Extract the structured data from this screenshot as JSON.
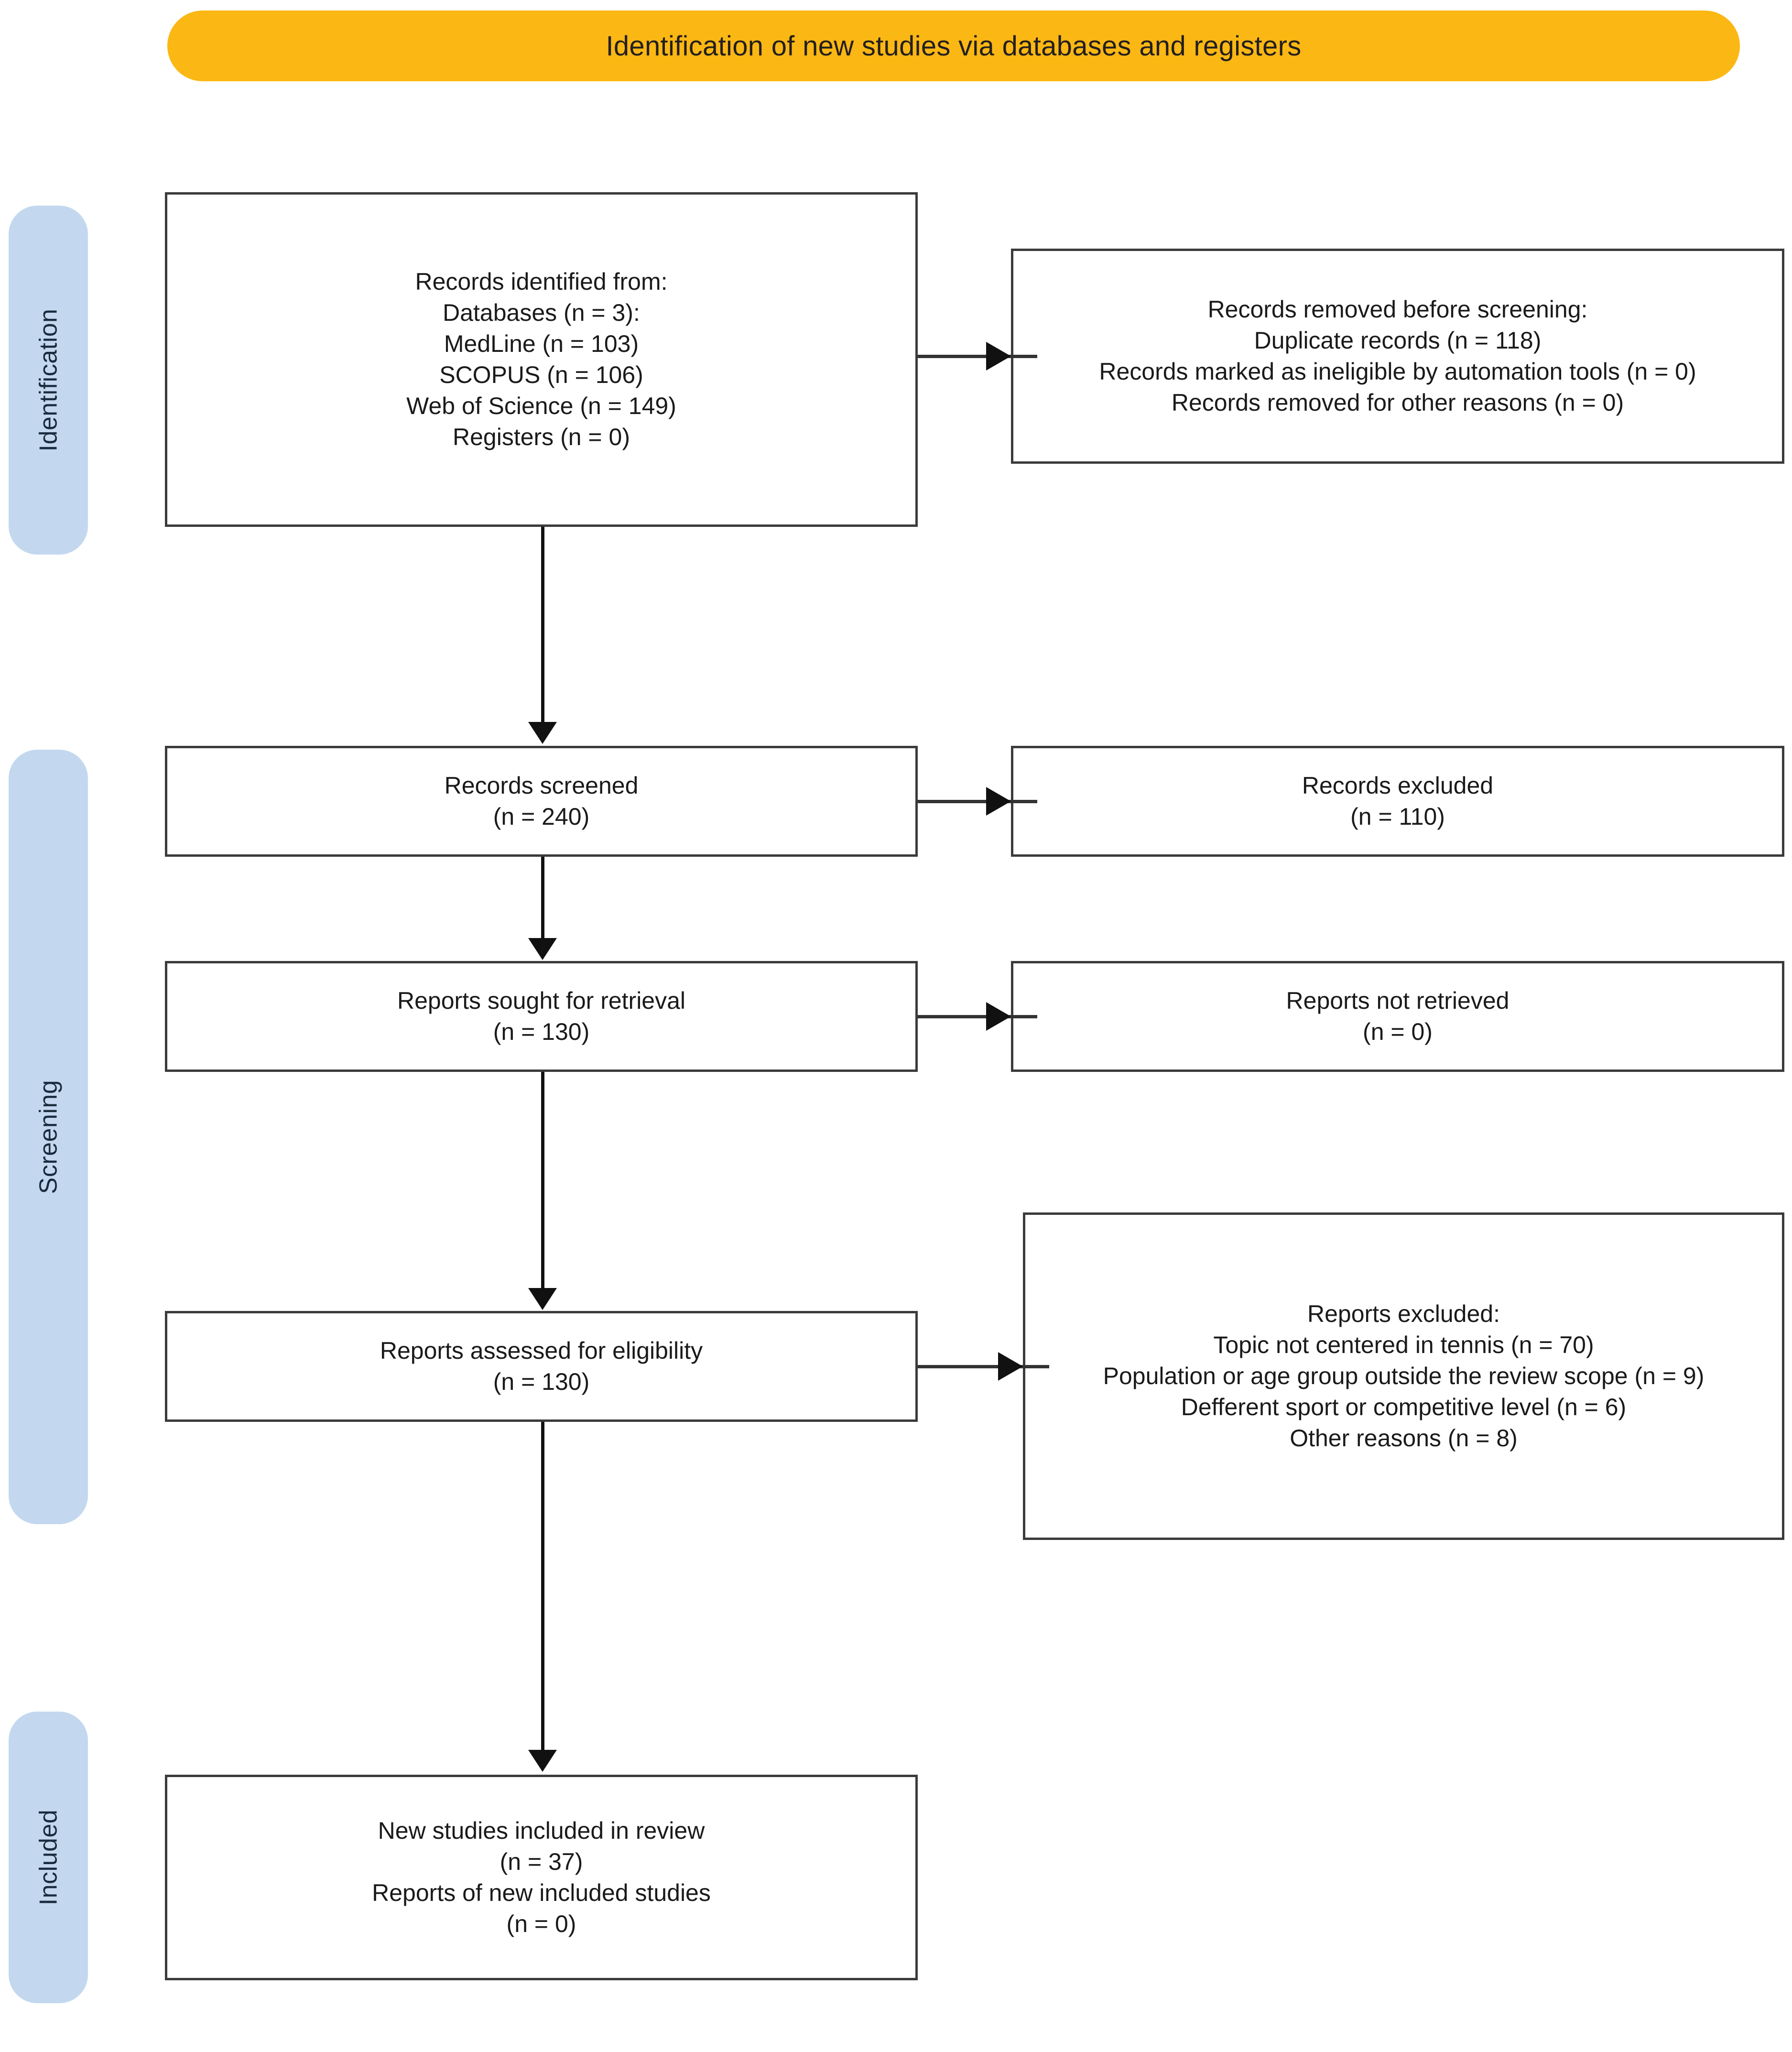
{
  "header": {
    "title": "Identification of new studies via databases and registers",
    "color": "#FBB713"
  },
  "stages": {
    "identification": "Identification",
    "screening": "Screening",
    "included": "Included",
    "color": "#C3D8EF"
  },
  "boxes": {
    "identified": {
      "name": "Records identified from",
      "lines": [
        "Records identified from:",
        "Databases (n = 3):",
        "MedLine (n = 103)",
        "SCOPUS (n = 106)",
        "Web of Science (n = 149)",
        "Registers (n = 0)"
      ]
    },
    "removed": {
      "name": "Records removed before screening",
      "lines": [
        "Records removed before screening:",
        "Duplicate records (n = 118)",
        "Records marked as ineligible by automation tools (n = 0)",
        "Records removed for other reasons (n = 0)"
      ]
    },
    "screened": {
      "name": "Records screened",
      "lines": [
        "Records screened",
        "(n = 240)"
      ]
    },
    "excluded_records": {
      "name": "Records excluded",
      "lines": [
        "Records excluded",
        "(n = 110)"
      ]
    },
    "sought": {
      "name": "Reports sought for retrieval",
      "lines": [
        "Reports sought for retrieval",
        "(n = 130)"
      ]
    },
    "not_retrieved": {
      "name": "Reports not retrieved",
      "lines": [
        "Reports not retrieved",
        "(n = 0)"
      ]
    },
    "assessed": {
      "name": "Reports assessed for eligibility",
      "lines": [
        "Reports assessed for eligibility",
        "(n = 130)"
      ]
    },
    "reports_excluded": {
      "name": "Reports excluded",
      "lines": [
        "Reports excluded:",
        "Topic not centered in tennis (n = 70)",
        "Population or age group outside the review scope (n = 9)",
        "Defferent sport or competitive level (n = 6)",
        "Other reasons (n = 8)"
      ]
    },
    "included": {
      "name": "New studies included in review",
      "lines": [
        "New studies included in review",
        "(n = 37)",
        "Reports of new included studies",
        "(n = 0)"
      ]
    }
  },
  "chart_data": {
    "type": "flowchart",
    "title": "Identification of new studies via databases and registers",
    "stages": [
      "Identification",
      "Screening",
      "Included"
    ],
    "nodes": [
      {
        "id": "identified",
        "stage": "Identification",
        "label": "Records identified from",
        "counts": {
          "Databases": 3,
          "MedLine": 103,
          "SCOPUS": 106,
          "Web of Science": 149,
          "Registers": 0
        }
      },
      {
        "id": "removed",
        "stage": "Identification",
        "label": "Records removed before screening",
        "counts": {
          "Duplicate records": 118,
          "Records marked as ineligible by automation tools": 0,
          "Records removed for other reasons": 0
        }
      },
      {
        "id": "screened",
        "stage": "Screening",
        "label": "Records screened",
        "n": 240
      },
      {
        "id": "excluded_records",
        "stage": "Screening",
        "label": "Records excluded",
        "n": 110
      },
      {
        "id": "sought",
        "stage": "Screening",
        "label": "Reports sought for retrieval",
        "n": 130
      },
      {
        "id": "not_retrieved",
        "stage": "Screening",
        "label": "Reports not retrieved",
        "n": 0
      },
      {
        "id": "assessed",
        "stage": "Screening",
        "label": "Reports assessed for eligibility",
        "n": 130
      },
      {
        "id": "reports_excluded",
        "stage": "Screening",
        "label": "Reports excluded",
        "counts": {
          "Topic not centered in tennis": 70,
          "Population or age group outside the review scope": 9,
          "Defferent sport or competitive level": 6,
          "Other reasons": 8
        }
      },
      {
        "id": "included",
        "stage": "Included",
        "label": "New studies included in review",
        "counts": {
          "New studies included in review": 37,
          "Reports of new included studies": 0
        }
      }
    ],
    "edges": [
      {
        "from": "identified",
        "to": "removed",
        "direction": "right"
      },
      {
        "from": "identified",
        "to": "screened",
        "direction": "down"
      },
      {
        "from": "screened",
        "to": "excluded_records",
        "direction": "right"
      },
      {
        "from": "screened",
        "to": "sought",
        "direction": "down"
      },
      {
        "from": "sought",
        "to": "not_retrieved",
        "direction": "right"
      },
      {
        "from": "sought",
        "to": "assessed",
        "direction": "down"
      },
      {
        "from": "assessed",
        "to": "reports_excluded",
        "direction": "right"
      },
      {
        "from": "assessed",
        "to": "included",
        "direction": "down"
      }
    ]
  }
}
